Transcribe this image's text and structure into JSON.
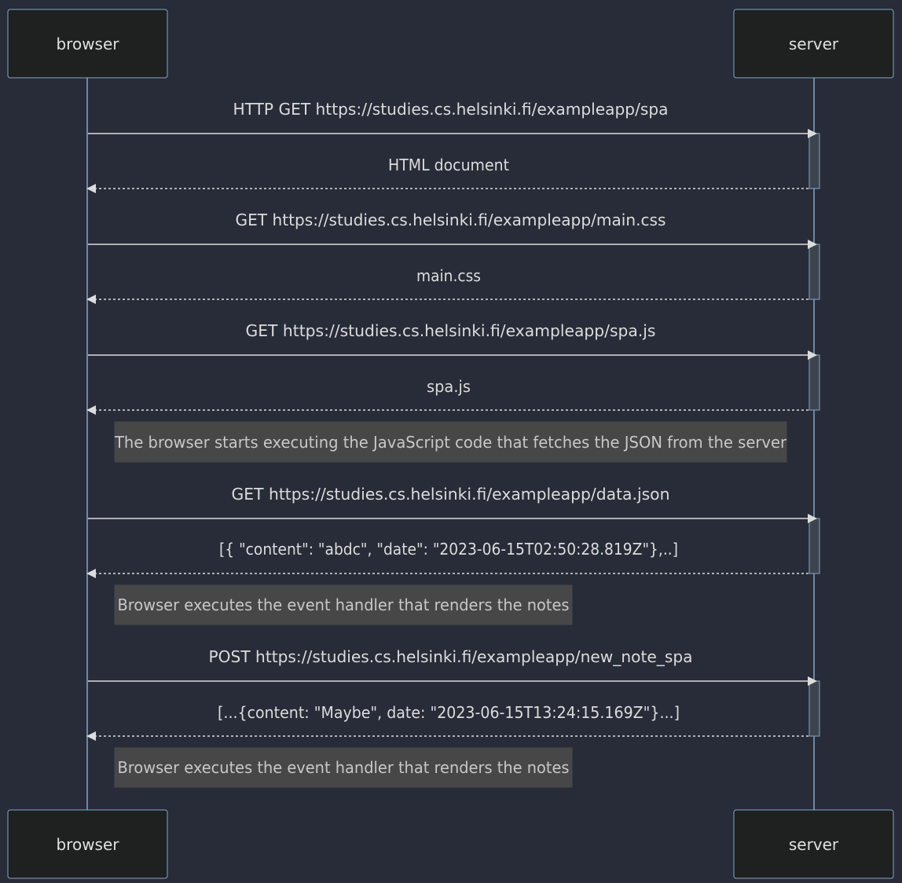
{
  "colors": {
    "background": "#282c38",
    "actor_fill": "#1f2020",
    "actor_border": "#81a6c9",
    "lifeline": "#81a6c9",
    "activation_fill": "#3d444e",
    "message": "#dcdcdc",
    "note_fill": "#474747",
    "note_text": "#c8c8c8"
  },
  "participants": {
    "browser": {
      "label": "browser"
    },
    "server": {
      "label": "server"
    }
  },
  "messages": [
    {
      "from": "browser",
      "to": "server",
      "style": "solid",
      "label": "HTTP GET https://studies.cs.helsinki.fi/exampleapp/spa"
    },
    {
      "from": "server",
      "to": "browser",
      "style": "dashed",
      "label": "HTML document"
    },
    {
      "from": "browser",
      "to": "server",
      "style": "solid",
      "label": "GET https://studies.cs.helsinki.fi/exampleapp/main.css"
    },
    {
      "from": "server",
      "to": "browser",
      "style": "dashed",
      "label": "main.css"
    },
    {
      "from": "browser",
      "to": "server",
      "style": "solid",
      "label": "GET https://studies.cs.helsinki.fi/exampleapp/spa.js"
    },
    {
      "from": "server",
      "to": "browser",
      "style": "dashed",
      "label": "spa.js"
    },
    {
      "from": "browser",
      "to": "server",
      "style": "solid",
      "label": "GET https://studies.cs.helsinki.fi/exampleapp/data.json"
    },
    {
      "from": "server",
      "to": "browser",
      "style": "dashed",
      "label": "[{ \"content\": \"abdc\", \"date\": \"2023-06-15T02:50:28.819Z\"},..]"
    },
    {
      "from": "browser",
      "to": "server",
      "style": "solid",
      "label": "POST https://studies.cs.helsinki.fi/exampleapp/new_note_spa"
    },
    {
      "from": "server",
      "to": "browser",
      "style": "dashed",
      "label": "[...{content: \"Maybe\", date: \"2023-06-15T13:24:15.169Z\"}...]"
    }
  ],
  "notes": [
    {
      "text": "The browser starts executing the JavaScript code that fetches the JSON from the server"
    },
    {
      "text": "Browser executes the event handler that renders the notes"
    },
    {
      "text": "Browser executes the event handler that renders the notes"
    }
  ]
}
